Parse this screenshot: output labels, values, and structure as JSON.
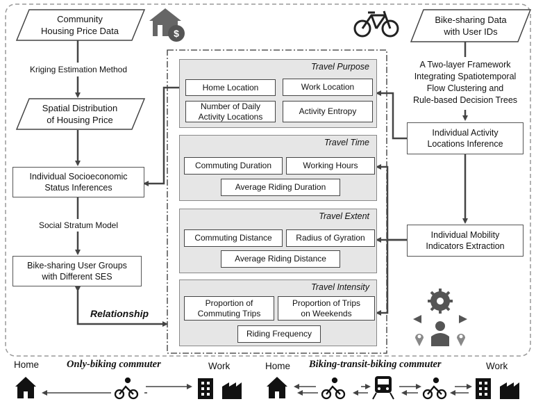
{
  "left_column": {
    "housing_data": "Community\nHousing Price Data",
    "kriging": "Kriging Estimation Method",
    "spatial_distribution": "Spatial Distribution\nof Housing Price",
    "socioeconomic_inference": "Individual Socioeconomic\nStatus Inferences",
    "social_stratum": "Social Stratum Model",
    "user_groups": "Bike-sharing User Groups\nwith Different SES",
    "relationship": "Relationship"
  },
  "right_column": {
    "bike_data": "Bike-sharing Data\nwith User IDs",
    "framework": "A Two-layer Framework\nIntegrating Spatiotemporal\nFlow Clustering and\nRule-based Decision Trees",
    "activity_inference": "Individual Activity\nLocations Inference",
    "mobility_extraction": "Individual Mobility\nIndicators Extraction"
  },
  "panels": {
    "travel_purpose": {
      "title": "Travel Purpose",
      "home_location": "Home Location",
      "work_location": "Work Location",
      "daily_locations": "Number of Daily\nActivity Locations",
      "activity_entropy": "Activity Entropy"
    },
    "travel_time": {
      "title": "Travel Time",
      "commuting_duration": "Commuting Duration",
      "working_hours": "Working Hours",
      "avg_riding_duration": "Average Riding Duration"
    },
    "travel_extent": {
      "title": "Travel Extent",
      "commuting_distance": "Commuting Distance",
      "radius_gyration": "Radius of Gyration",
      "avg_riding_distance": "Average Riding Distance"
    },
    "travel_intensity": {
      "title": "Travel Intensity",
      "prop_commuting": "Proportion of\nCommuting Trips",
      "prop_weekends": "Proportion of Trips\non Weekends",
      "riding_frequency": "Riding Frequency"
    }
  },
  "bottom": {
    "home_1": "Home",
    "only_biking": "Only-biking commuter",
    "work_1": "Work",
    "home_2": "Home",
    "biking_transit": "Biking-transit-biking commuter",
    "work_2": "Work"
  },
  "colors": {
    "panel_fill": "#e6e6e6",
    "border": "#555555",
    "arrow": "#444444"
  }
}
